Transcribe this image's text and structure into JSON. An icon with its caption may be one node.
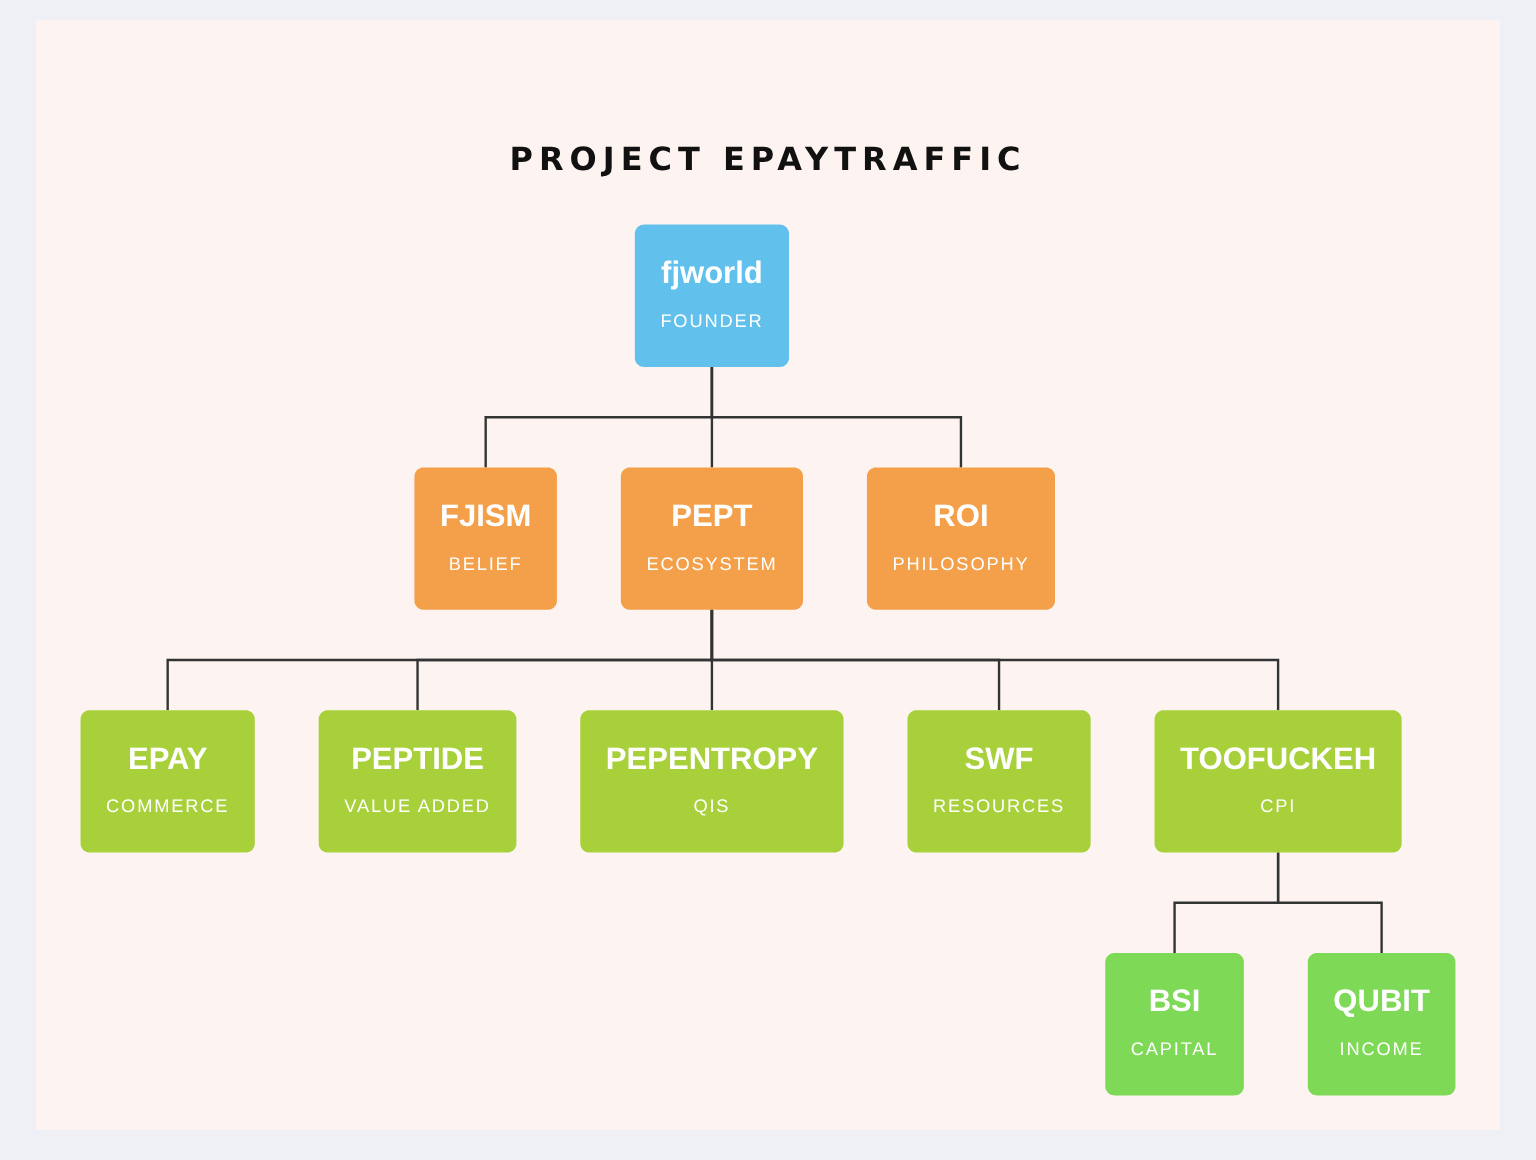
{
  "diagram": {
    "title": "PROJECT EPAYTRAFFIC",
    "nodes": [
      {
        "text": [
          "fjworld",
          "FOUNDER"
        ]
      },
      {
        "text": [
          "FJISM",
          "BELIEF"
        ]
      },
      {
        "text": [
          "PEPT",
          "ECOSYSTEM"
        ]
      },
      {
        "text": [
          "ROI",
          "PHILOSOPHY"
        ]
      },
      {
        "text": [
          "EPAY",
          "COMMERCE"
        ]
      },
      {
        "text": [
          "PEPTIDE",
          "VALUE ADDED"
        ]
      },
      {
        "text": [
          "PEPENTROPY",
          "QIS"
        ]
      },
      {
        "text": [
          "SWF",
          "RESOURCES"
        ]
      },
      {
        "text": [
          "BSI",
          "CAPITAL"
        ]
      },
      {
        "text": [
          "TOOFUCKEH",
          "CPI"
        ]
      },
      {
        "text": [
          "QUBIT",
          "INCOME"
        ]
      }
    ],
    "edges": [
      {
        "from": 0,
        "to": 1,
        "arrow": "none"
      },
      {
        "from": 0,
        "to": 2,
        "arrow": "none"
      },
      {
        "from": 0,
        "to": 3,
        "arrow": "none"
      },
      {
        "from": 2,
        "to": 4,
        "arrow": "none"
      },
      {
        "from": 2,
        "to": 5,
        "arrow": "none"
      },
      {
        "from": 2,
        "to": 6,
        "arrow": "none"
      },
      {
        "from": 2,
        "to": 7,
        "arrow": "none"
      },
      {
        "from": 2,
        "to": 9,
        "arrow": "none"
      },
      {
        "from": 9,
        "to": 8,
        "arrow": "none"
      },
      {
        "from": 9,
        "to": 10,
        "arrow": "none"
      }
    ]
  }
}
